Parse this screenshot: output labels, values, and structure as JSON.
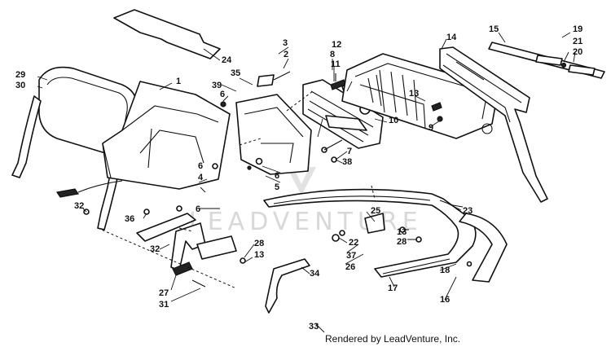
{
  "watermark": "LEADVENTURE",
  "credit": "Rendered by LeadVenture, Inc.",
  "callouts": {
    "c1": "1",
    "c2": "2",
    "c3": "3",
    "c4": "4",
    "c5": "5",
    "c6a": "6",
    "c6b": "6",
    "c6c": "6",
    "c6d": "6",
    "c7": "7",
    "c8": "8",
    "c9": "9",
    "c10": "10",
    "c11": "11",
    "c12": "12",
    "c13a": "13",
    "c13b": "13",
    "c13c": "13",
    "c14": "14",
    "c15": "15",
    "c16": "16",
    "c17": "17",
    "c18": "18",
    "c19": "19",
    "c20": "20",
    "c21": "21",
    "c22": "22",
    "c23": "23",
    "c24": "24",
    "c25": "25",
    "c26": "26",
    "c27": "27",
    "c28a": "28",
    "c28b": "28",
    "c29": "29",
    "c30": "30",
    "c31": "31",
    "c32a": "32",
    "c32b": "32",
    "c33": "33",
    "c34": "34",
    "c35": "35",
    "c36": "36",
    "c37": "37",
    "c38": "38",
    "c39": "39"
  }
}
